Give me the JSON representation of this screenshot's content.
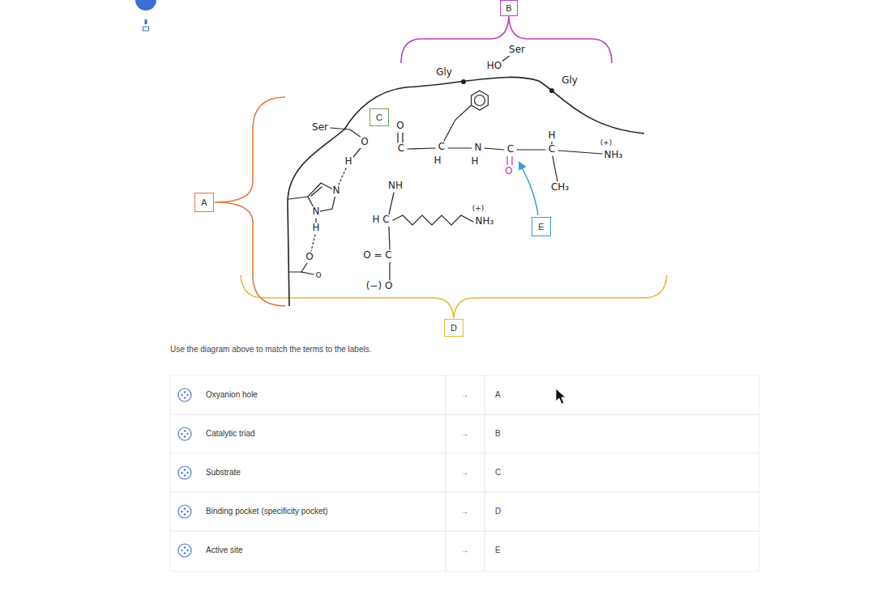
{
  "diagram": {
    "nodes": [
      {
        "text": [
          "B"
        ]
      },
      {
        "text": [
          "C"
        ]
      },
      {
        "text": [
          "A"
        ]
      },
      {
        "text": [
          "E"
        ]
      },
      {
        "text": [
          "D"
        ]
      }
    ],
    "labels": [
      "Ser",
      "Gly",
      "HO",
      "Gly",
      "Ser",
      "O",
      "H",
      "O",
      "C",
      "C",
      "H",
      "N",
      "H",
      "C",
      "O",
      "H",
      "C",
      "CH₃",
      "(+)",
      "NH₃",
      "NH",
      "H C",
      "(+)",
      "NH₃",
      "O = C",
      "(−) O",
      "N",
      "N",
      "H",
      "O",
      "O",
      "Use the diagram above to match the terms to the labels.",
      "Oxyanion hole",
      "→",
      "A",
      "Catalytic triad",
      "→",
      "B",
      "Substrate",
      "→",
      "C",
      "Binding pocket (specificity pocket)",
      "→",
      "D",
      "Active site",
      "→",
      "E"
    ]
  }
}
